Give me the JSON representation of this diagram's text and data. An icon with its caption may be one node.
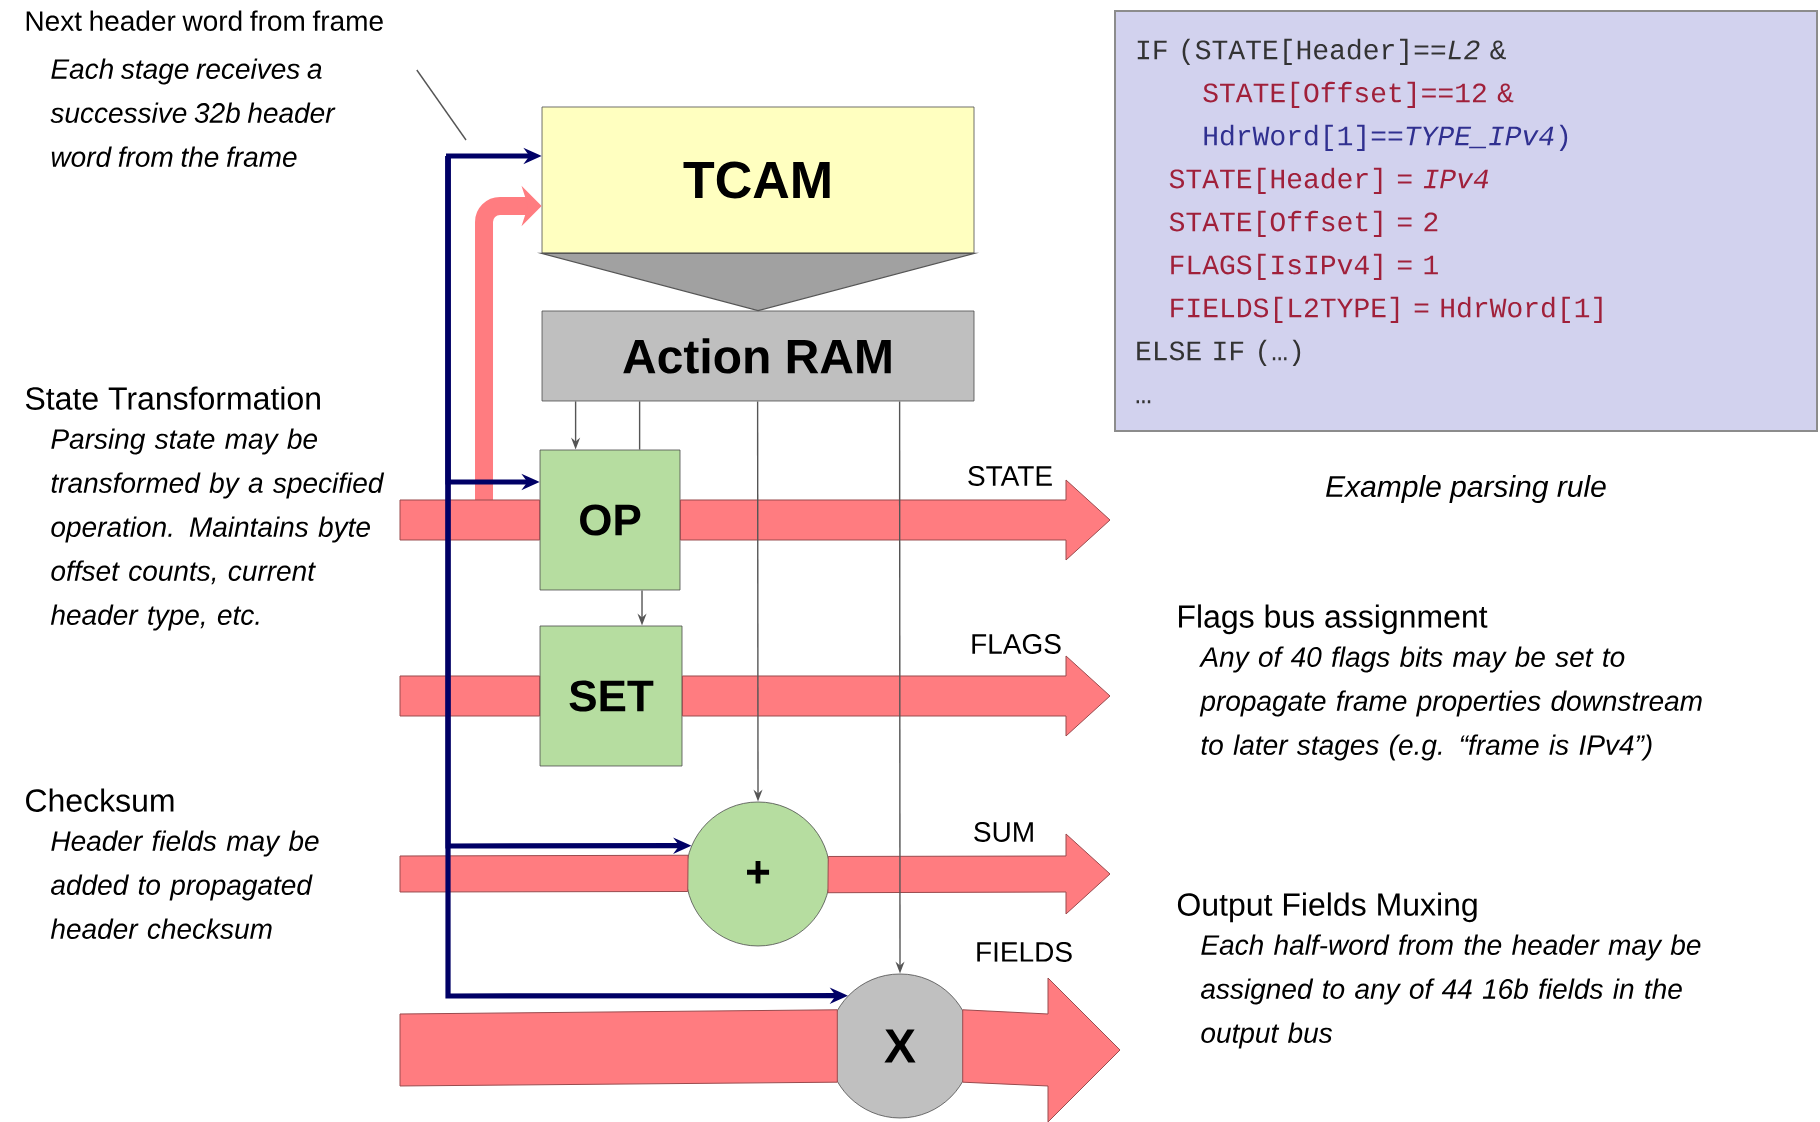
{
  "diagram": {
    "nodes": [
      {
        "text": [
          "TCAM"
        ]
      },
      {
        "text": [
          "Action RAM"
        ]
      },
      {
        "text": [
          "OP"
        ]
      },
      {
        "text": [
          "SET"
        ]
      },
      {
        "text": [
          "+"
        ]
      },
      {
        "text": [
          "X"
        ]
      },
      {
        "text": [
          "IF (STATE[Header]==*L2* &",
          "STATE[Offset]==12 &",
          "HdrWord[1]==*TYPE_IPv4*)",
          "STATE[Header] = *IPv4*",
          "STATE[Offset] = 2",
          "FLAGS[IsIPv4] = 1",
          "FIELDS[L2TYPE] = HdrWord[1]",
          "ELSE IF (…)",
          "…"
        ],
        "beside": [
          "Example parsing rule"
        ]
      },
      {
        "text": [
          "Next header word from frame",
          "Each stage receives a successive 32b header word from the frame"
        ]
      }
    ],
    "edges": [
      {
        "from": 0,
        "to": 1,
        "arrow": "to"
      },
      {
        "from": null,
        "to": 0,
        "arrow": "to",
        "style": "thick",
        "color": "#000066"
      },
      {
        "from": null,
        "to": 2,
        "arrow": "to",
        "style": "thick",
        "color": "#000066"
      },
      {
        "from": null,
        "to": 4,
        "arrow": "to",
        "style": "thick",
        "color": "#000066"
      },
      {
        "from": null,
        "to": 5,
        "arrow": "to",
        "style": "thick",
        "color": "#000066"
      },
      {
        "from": null,
        "to": 0,
        "arrow": "to",
        "style": "thick",
        "color": "#ff7c80"
      },
      {
        "from": null,
        "to": 2,
        "arrow": "none",
        "style": "thick",
        "color": "#ff7c80"
      },
      {
        "from": 2,
        "to": null,
        "arrow": "to",
        "label": "STATE",
        "style": "thick",
        "color": "#ff7c80"
      },
      {
        "from": null,
        "to": 3,
        "arrow": "none",
        "style": "thick",
        "color": "#ff7c80"
      },
      {
        "from": 3,
        "to": null,
        "arrow": "to",
        "label": "FLAGS",
        "style": "thick",
        "color": "#ff7c80"
      },
      {
        "from": null,
        "to": 4,
        "arrow": "none",
        "style": "thick",
        "color": "#ff7c80"
      },
      {
        "from": 4,
        "to": null,
        "arrow": "to",
        "label": "SUM",
        "style": "thick",
        "color": "#ff7c80"
      },
      {
        "from": null,
        "to": 5,
        "arrow": "none",
        "style": "thick",
        "color": "#ff7c80"
      },
      {
        "from": 5,
        "to": null,
        "arrow": "to",
        "label": "FIELDS",
        "style": "thick",
        "color": "#ff7c80"
      },
      {
        "from": 1,
        "to": 2,
        "arrow": "to"
      },
      {
        "from": 1,
        "to": 2,
        "arrow": "none"
      },
      {
        "from": 2,
        "to": 3,
        "arrow": "to"
      },
      {
        "from": 1,
        "to": 4,
        "arrow": "to"
      },
      {
        "from": 1,
        "to": 5,
        "arrow": "to"
      },
      {
        "from": 7,
        "to": null,
        "arrow": "none"
      }
    ],
    "labels": [
      "State Transformation",
      "Parsing state may be transformed by a specified operation. Maintains byte offset counts, current header type, etc.",
      "Checksum",
      "Header fields may be added to propagated header checksum",
      "Flags bus assignment",
      "Any of 40 flags bits may be set to propagate frame properties downstream to later stages (e.g. “frame is IPv4”)",
      "Output Fields Muxing",
      "Each half-word from the header may be assigned to any of 44 16b fields in the output bus"
    ]
  }
}
